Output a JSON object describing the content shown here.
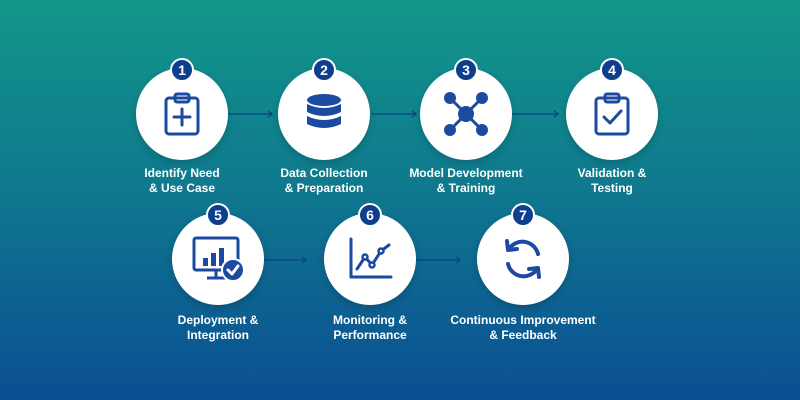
{
  "colors": {
    "icon": "#1b4aa0",
    "badge": "#0e3f8e",
    "connector": "#0e3f8e",
    "text": "#ffffff"
  },
  "steps": [
    {
      "number": "1",
      "icon": "clipboard-plus-icon",
      "label_lines": [
        "Identify Need",
        "& Use Case"
      ]
    },
    {
      "number": "2",
      "icon": "database-icon",
      "label_lines": [
        "Data Collection",
        "& Preparation"
      ]
    },
    {
      "number": "3",
      "icon": "network-nodes-icon",
      "label_lines": [
        "Model Development",
        "& Training"
      ]
    },
    {
      "number": "4",
      "icon": "clipboard-check-icon",
      "label_lines": [
        "Validation &",
        "Testing"
      ]
    },
    {
      "number": "5",
      "icon": "monitor-chart-check-icon",
      "label_lines": [
        "Deployment &",
        "Integration"
      ]
    },
    {
      "number": "6",
      "icon": "line-chart-icon",
      "label_lines": [
        "Monitoring &",
        "Performance"
      ]
    },
    {
      "number": "7",
      "icon": "refresh-cycle-icon",
      "label_lines": [
        "Continuous Improvement",
        "& Feedback"
      ]
    }
  ]
}
